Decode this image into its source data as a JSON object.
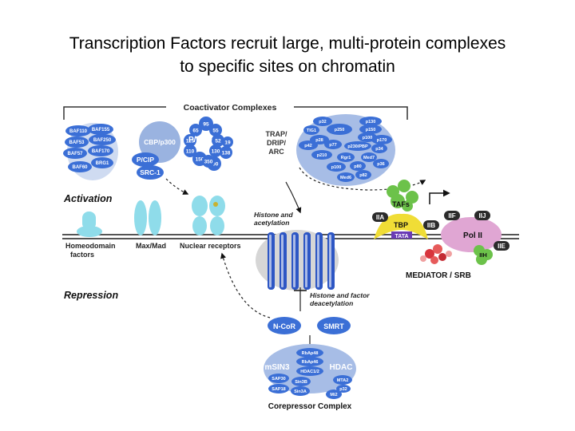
{
  "title": {
    "line1": "Transcription Factors recruit large, multi-protein complexes",
    "line2": "to specific sites on chromatin"
  },
  "colors": {
    "complex_blue": "#9ab3e0",
    "dna_blue": "#2d56c4",
    "factor_cyan": "#8fdcea",
    "protein_blue": "#3b6fd6",
    "taf_green": "#6cc24a",
    "tbp_yellow": "#f0dd36",
    "pol2_pink": "#e0a6d3",
    "mediator_red": "#d8343c"
  },
  "labels": {
    "coactivator_header": "Coactivator Complexes",
    "activation": "Activation",
    "repression": "Repression",
    "homeodomain": "Homeodomain",
    "factors": "factors",
    "max_mad": "Max/Mad",
    "nuclear_receptors": "Nuclear receptors",
    "histone_acetylation_1": "Histone and",
    "histone_acetylation_2": "acetylation",
    "histone_deacetylation_1": "Histone and factor",
    "histone_deacetylation_2": "deacetylation",
    "mediator": "MEDIATOR / SRB",
    "corepressor_footer": "Corepressor Complex"
  },
  "swi_snf": [
    "BAF110",
    "BAF155",
    "BAF53",
    "BAF250",
    "BAF57",
    "BAF170",
    "BRG1",
    "BAF60"
  ],
  "cbp": {
    "cbp_label": "CBP/p300",
    "pcip_label": "P/CIP",
    "src_label": "SRC-1"
  },
  "pcaf": {
    "label": "P/CAF",
    "subunits": [
      "95",
      "65",
      "55",
      "115",
      "52",
      "19",
      "110",
      "130",
      "138",
      "150",
      "400",
      "350"
    ]
  },
  "trap": {
    "label_1": "TRAP/",
    "label_2": "DRIP/",
    "label_3": "ARC",
    "subunits": [
      "p32",
      "p130",
      "p150",
      "TIG1",
      "p250",
      "p100",
      "p28",
      "p170",
      "p42",
      "p77",
      "p230/PBP",
      "p34",
      "p210",
      "Rgr1",
      "Med7",
      "p100",
      "p80",
      "p36",
      "Med6",
      "p82"
    ]
  },
  "pic": {
    "tafs": "TAFs",
    "tbp": "TBP",
    "tata": "TATA",
    "iia": "IIA",
    "iib": "IIB",
    "iif": "IIF",
    "iij": "IIJ",
    "pol2": "Pol II",
    "iie": "IIE",
    "iih": "IIH"
  },
  "corepressors": {
    "ncor": "N-CoR",
    "smrt": "SMRT",
    "msin3": "mSIN3",
    "hdac": "HDAC",
    "subunits": [
      "RbAp48",
      "RbAp46",
      "HDAC1/2",
      "SAP30",
      "Sin3B",
      "MTA2",
      "SAP18",
      "Sin3A",
      "p32",
      "Mi2"
    ]
  }
}
